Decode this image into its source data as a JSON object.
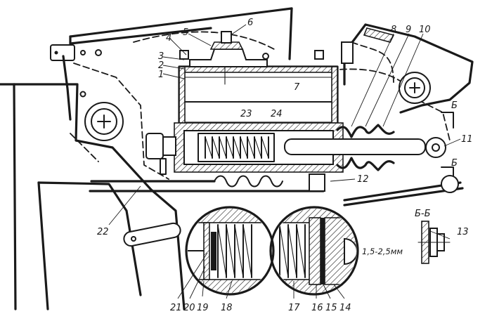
{
  "callouts": [
    {
      "id": "c1",
      "text": "1"
    },
    {
      "id": "c2",
      "text": "2"
    },
    {
      "id": "c3",
      "text": "3"
    },
    {
      "id": "c4",
      "text": "4"
    },
    {
      "id": "c5",
      "text": "5"
    },
    {
      "id": "c6",
      "text": "6"
    },
    {
      "id": "c7",
      "text": "7"
    },
    {
      "id": "c8",
      "text": "8"
    },
    {
      "id": "c9",
      "text": "9"
    },
    {
      "id": "c10",
      "text": "10"
    },
    {
      "id": "c11",
      "text": "11"
    },
    {
      "id": "c12",
      "text": "12"
    },
    {
      "id": "c13",
      "text": "13"
    },
    {
      "id": "c14",
      "text": "14"
    },
    {
      "id": "c15",
      "text": "15"
    },
    {
      "id": "c16",
      "text": "16"
    },
    {
      "id": "c17",
      "text": "17"
    },
    {
      "id": "c18",
      "text": "18"
    },
    {
      "id": "c19",
      "text": "19"
    },
    {
      "id": "c20",
      "text": "20"
    },
    {
      "id": "c21",
      "text": "21"
    },
    {
      "id": "c22",
      "text": "22"
    },
    {
      "id": "c23",
      "text": "23"
    },
    {
      "id": "c24",
      "text": "24"
    }
  ],
  "section": {
    "mark_top": "Б",
    "mark_bottom": "Б",
    "view_title": "Б-Б"
  },
  "gap_note": "1,5-2,5мм"
}
